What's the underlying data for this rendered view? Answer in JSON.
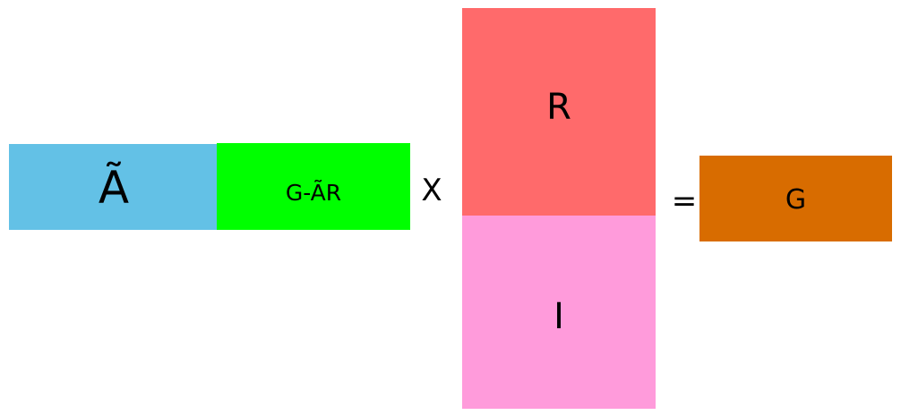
{
  "equation": {
    "blocks": {
      "a_tilde": {
        "label": "Ã",
        "color": "#63c1e6"
      },
      "g_minus_ar": {
        "label": "G-ÃR",
        "color": "#00ff00"
      },
      "r": {
        "label": "R",
        "color": "#ff6a6b"
      },
      "i": {
        "label": "I",
        "color": "#ff9bdb"
      },
      "g": {
        "label": "G",
        "color": "#d86c00"
      }
    },
    "operators": {
      "times": "X",
      "equals": "="
    }
  }
}
